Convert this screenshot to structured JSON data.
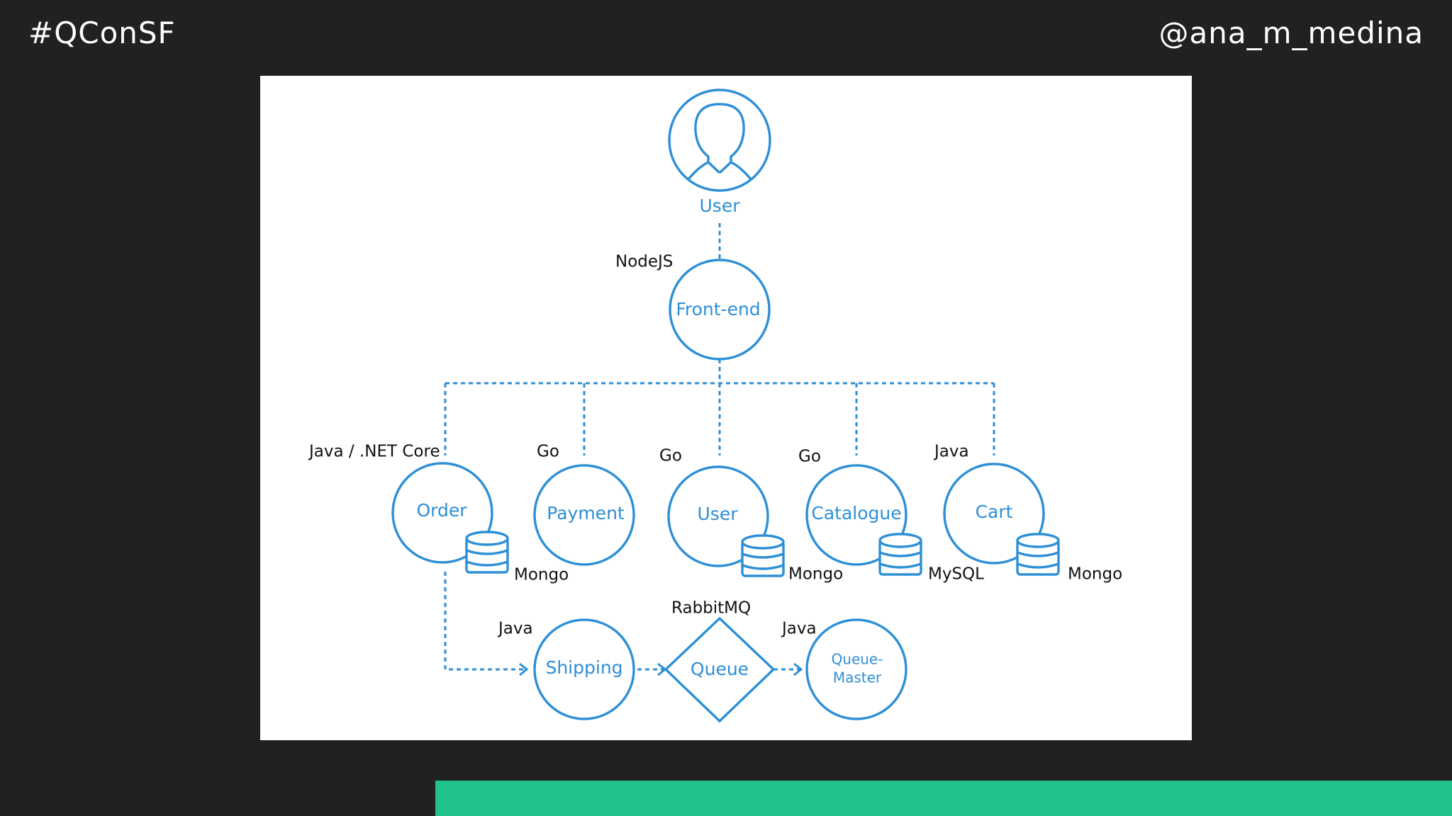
{
  "header": {
    "hashtag": "#QConSF",
    "handle": "@ana_m_medina"
  },
  "diagram": {
    "user": {
      "label": "User"
    },
    "frontend": {
      "label": "Front-end",
      "tech": "NodeJS"
    },
    "order": {
      "label": "Order",
      "tech": "Java / .NET Core",
      "db": "Mongo"
    },
    "payment": {
      "label": "Payment",
      "tech": "Go"
    },
    "user_service": {
      "label": "User",
      "tech": "Go",
      "db": "Mongo"
    },
    "catalogue": {
      "label": "Catalogue",
      "tech": "Go",
      "db": "MySQL"
    },
    "cart": {
      "label": "Cart",
      "tech": "Java",
      "db": "Mongo"
    },
    "shipping": {
      "label": "Shipping",
      "tech": "Java"
    },
    "queue": {
      "label": "Queue",
      "tech": "RabbitMQ"
    },
    "queue_master": {
      "label_line1": "Queue-",
      "label_line2": "Master",
      "tech": "Java"
    }
  },
  "colors": {
    "diagram_blue": "#2d8fd6",
    "accent_green": "#22c38a",
    "background": "#212121"
  }
}
